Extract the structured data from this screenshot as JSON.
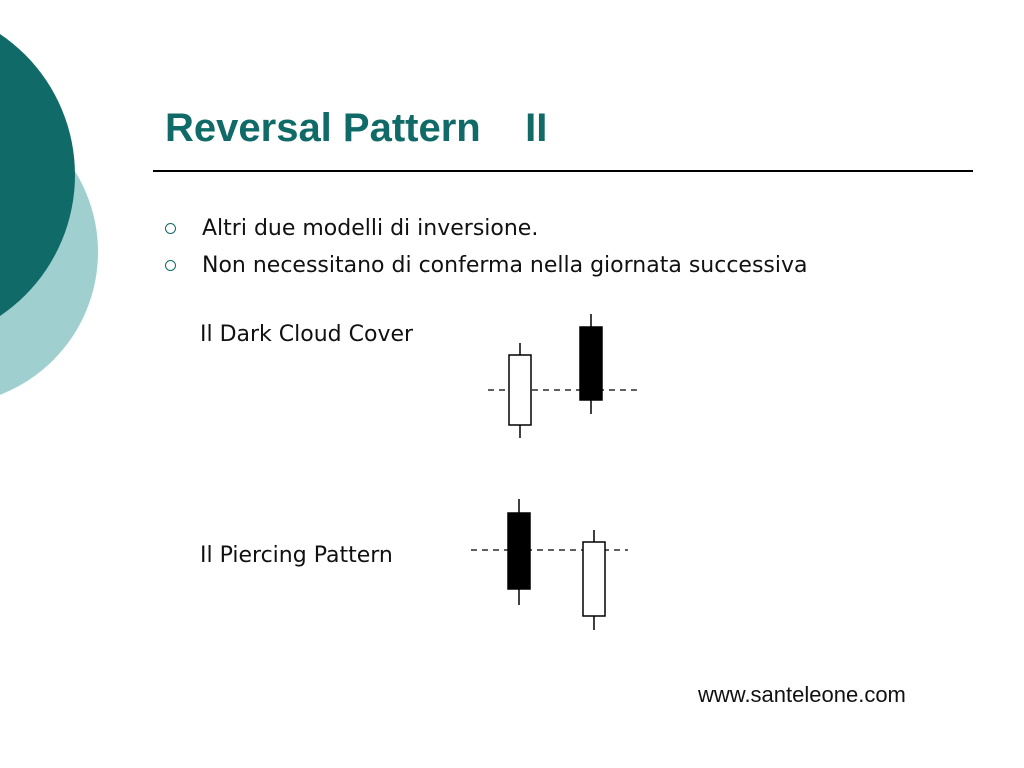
{
  "slide": {
    "title": "Reversal Pattern    II",
    "bullets": [
      "Altri due modelli di inversione.",
      "Non necessitano di conferma nella giornata successiva"
    ],
    "patterns": [
      {
        "label": "Il Dark Cloud Cover"
      },
      {
        "label": "Il Piercing Pattern"
      }
    ],
    "footer": "www.santeleone.com"
  },
  "colors": {
    "accent": "#106b68",
    "accent_light": "#9fcfcf",
    "text": "#111111"
  }
}
